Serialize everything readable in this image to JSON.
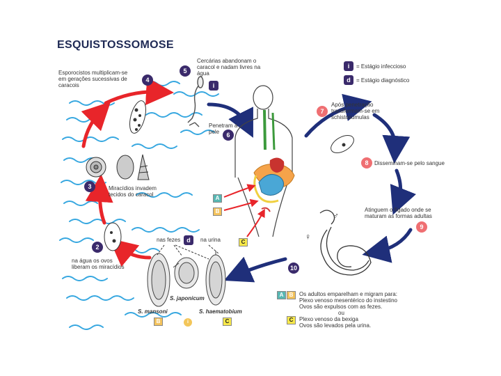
{
  "title": "ESQUISTOSSOMOSE",
  "legend": {
    "infectious_symbol": "i",
    "infectious_label": "= Estágio infeccioso",
    "diagnostic_symbol": "d",
    "diagnostic_label": "= Estágio diagnóstico"
  },
  "steps": {
    "s2": {
      "num": "2",
      "text": [
        "na água os ovos",
        "liberam os miracídios"
      ]
    },
    "s3": {
      "num": "3",
      "text": [
        "Miracídios invadem",
        "tecidos do caracol"
      ]
    },
    "s4": {
      "num": "4",
      "text": [
        "Esporocistos multiplicam-se",
        "em gerações sucessivas de",
        "caracois"
      ]
    },
    "s5": {
      "num": "5",
      "text": [
        "Cercárias abandonam o",
        "caracol e nadam livres na",
        "água"
      ]
    },
    "s6": {
      "num": "6",
      "text": [
        "Penetram a",
        "pele"
      ]
    },
    "s7": {
      "num": "7",
      "text": [
        "Após penetração",
        "transformam-se em",
        "schistosumulas"
      ]
    },
    "s8": {
      "num": "8",
      "text": [
        "Disseminam-se pelo sangue"
      ]
    },
    "s9": {
      "num": "9",
      "text": [
        "Atinguem o fígado onde se",
        "maturam as formas adultas"
      ]
    },
    "s10": {
      "num": "10"
    }
  },
  "egg_labels": {
    "nas_fezes": "nas fezes",
    "na_urina": "na urina",
    "d_symbol": "d",
    "mansoni": "S. mansoni",
    "japonicum": "S. japonicum",
    "haematobium": "S. haematobium",
    "mansoni_box": "B",
    "japonicum_box": "i",
    "haematobium_box": "C"
  },
  "body_boxes": {
    "a": "A",
    "b": "B",
    "c": "C"
  },
  "bottom_legend": {
    "ab_a": "A",
    "ab_b": "B",
    "line1": "Os adultos emparelham e migram para:",
    "line2": "Plexo venoso mesentérico do instestino",
    "line3": "Ovos são expulsos com as fezes.",
    "line4": "ou",
    "c_box": "C",
    "line5": "Plexo venoso da bexiga",
    "line6": "Ovos são levados pela urina."
  },
  "sex_symbols": {
    "male": "♂",
    "female": "♀"
  },
  "colors": {
    "red_arrow": "#e8252a",
    "blue_arrow": "#1f2f7a",
    "water": "#36a7e0",
    "dark_badge": "#3a2a6b",
    "pink_badge": "#ef6f72"
  }
}
